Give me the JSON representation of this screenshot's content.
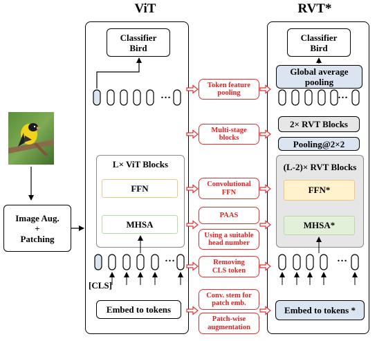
{
  "titles": {
    "vit": "ViT",
    "rvt": "RVT*"
  },
  "input": {
    "image_name": "bird photo",
    "aug_label": "Image Aug.\n+\nPatching"
  },
  "vit": {
    "classifier": "Classifier\nBird",
    "blocks_label": "L× ViT Blocks",
    "ffn": "FFN",
    "mhsa": "MHSA",
    "ellipsis_top": "…",
    "ellipsis_bottom": "…",
    "cls": "[CLS]",
    "embed": "Embed to tokens"
  },
  "rvt": {
    "classifier": "Classifier\nBird",
    "gap": "Global average\npooling",
    "rvt2": "2× RVT Blocks",
    "pooling": "Pooling@2×2",
    "blocks_label": "(L-2)× RVT Blocks",
    "ffn": "FFN*",
    "mhsa": "MHSA*",
    "ellipsis_top": "…",
    "ellipsis_bottom": "…",
    "embed": "Embed to tokens *"
  },
  "modifications": [
    "Token feature\npooling",
    "Multi-stage\nblocks",
    "Convolutional\nFFN",
    "PAAS",
    "Using a suitable\nhead number",
    "Removing\nCLS token",
    "Conv. stem for\npatch emb.",
    "Patch-wise\naugmentation"
  ],
  "colors": {
    "red": "#e02020",
    "ffn_border": "#f2c77d",
    "mhsa_border": "#b6dca4",
    "blue_fill": "#dbe5f1",
    "grey_fill": "#e6e6e6"
  }
}
